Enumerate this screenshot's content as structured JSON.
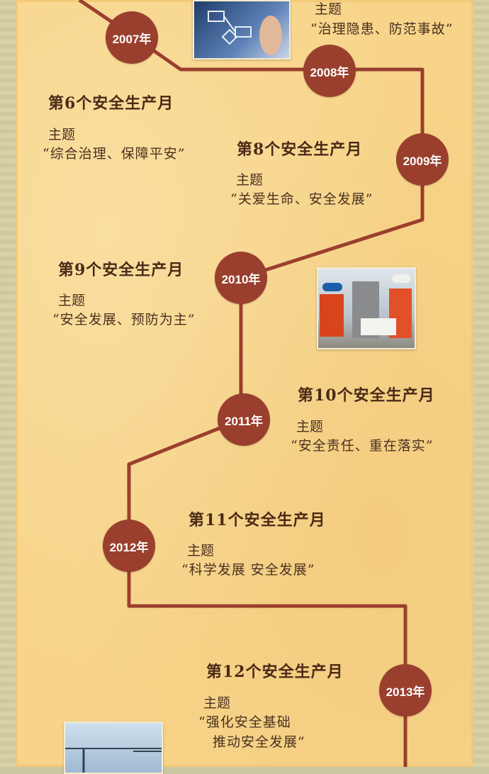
{
  "timeline": {
    "years": [
      "2007年",
      "2008年",
      "2009年",
      "2010年",
      "2011年",
      "2012年",
      "2013年"
    ],
    "entries": [
      {
        "heading": "",
        "label": "主题",
        "theme": "“治理隐患、防范事故”"
      },
      {
        "heading": "第6个安全生产月",
        "label": "主题",
        "theme": "“综合治理、保障平安”"
      },
      {
        "heading": "第8个安全生产月",
        "label": "主题",
        "theme": "“关爱生命、安全发展”"
      },
      {
        "heading": "第9个安全生产月",
        "label": "主题",
        "theme": "“安全发展、预防为主”"
      },
      {
        "heading": "第10个安全生产月",
        "label": "主题",
        "theme": "“安全责任、重在落实”"
      },
      {
        "heading": "第11个安全生产月",
        "label": "主题",
        "theme": "“科学发展 安全发展”"
      },
      {
        "heading": "第12个安全生产月",
        "label": "主题",
        "theme_line1": "“强化安全基础",
        "theme_line2": "推动安全发展”"
      }
    ]
  },
  "colors": {
    "background": "#f7d489",
    "line": "#9a3f2e",
    "year_circle": "#9a3f2e",
    "heading_highlight": "#f0a37a",
    "text": "#4a2a16"
  }
}
